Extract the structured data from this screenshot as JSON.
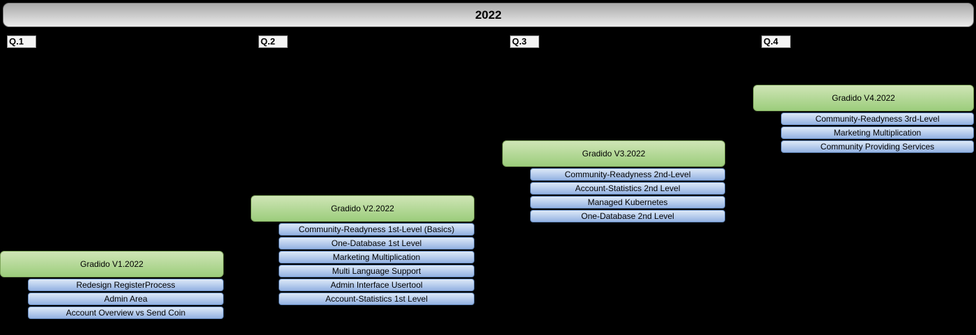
{
  "title": "2022",
  "quarters": [
    {
      "label": "Q.1",
      "version": "Gradido V1.2022",
      "items": [
        "Redesign RegisterProcess",
        "Admin Area",
        "Account Overview vs Send Coin"
      ]
    },
    {
      "label": "Q.2",
      "version": "Gradido V2.2022",
      "items": [
        "Community-Readyness 1st-Level (Basics)",
        "One-Database 1st Level",
        "Marketing Multiplication",
        "Multi Language Support",
        "Admin Interface Usertool",
        "Account-Statistics 1st Level"
      ]
    },
    {
      "label": "Q.3",
      "version": "Gradido V3.2022",
      "items": [
        "Community-Readyness 2nd-Level",
        "Account-Statistics 2nd Level",
        "Managed Kubernetes",
        "One-Database 2nd Level"
      ]
    },
    {
      "label": "Q.4",
      "version": "Gradido V4.2022",
      "items": [
        "Community-Readyness 3rd-Level",
        "Marketing Multiplication",
        "Community Providing Services"
      ]
    }
  ],
  "colors": {
    "background": "#000000",
    "text": "#000000",
    "bar_top": "#a9a9a9",
    "bar_bottom": "#ececec",
    "label_bg": "#f5f5f5",
    "label_border": "#8c8c8c",
    "green_top": "#cfe5b6",
    "green_bottom": "#9ccd7c",
    "green_border": "#7fa65c",
    "blue_top": "#dde9f8",
    "blue_bottom": "#94b2e2",
    "blue_border": "#6186ba"
  }
}
